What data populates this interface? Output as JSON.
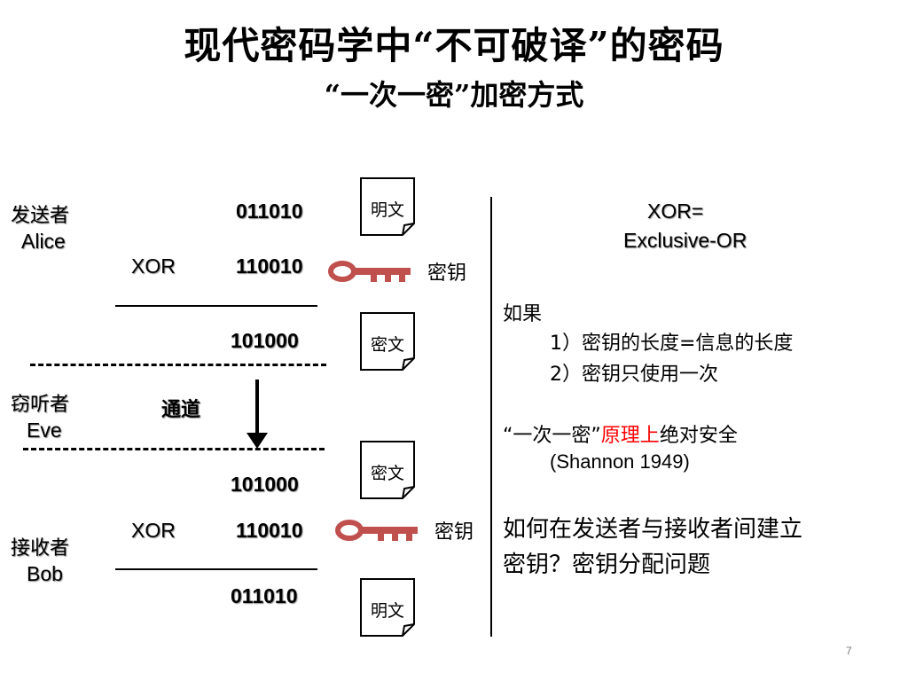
{
  "title": "现代密码学中“不可破译”的密码",
  "subtitle": "“一次一密”加密方式",
  "sender": {
    "role": "发送者",
    "name": "Alice"
  },
  "eavesdropper": {
    "role": "窃听者",
    "name": "Eve"
  },
  "receiver": {
    "role": "接收者",
    "name": "Bob"
  },
  "channel_label": "通道",
  "top": {
    "plaintext": "011010",
    "xor": "XOR",
    "key": "110010",
    "ciphertext": "101000"
  },
  "bottom": {
    "ciphertext": "101000",
    "xor": "XOR",
    "key": "110010",
    "plaintext": "011010"
  },
  "doc_labels": {
    "plain": "明文",
    "cipher": "密文"
  },
  "key_label": "密钥",
  "right": {
    "xor_line1": "XOR=",
    "xor_line2": "Exclusive-OR",
    "if_label": "如果",
    "cond1": "1）密钥的长度=信息的长度",
    "cond2": "2）密钥只使用一次",
    "secure_prefix": "“一次一密”",
    "secure_red": "原理上",
    "secure_suffix": "绝对安全",
    "shannon": "(Shannon 1949)",
    "question1": "如何在发送者与接收者间建立",
    "question2": "密钥？密钥分配问题"
  },
  "colors": {
    "highlight_red": "#ff0000",
    "key_color": "#c0504d"
  },
  "page_number": "7"
}
